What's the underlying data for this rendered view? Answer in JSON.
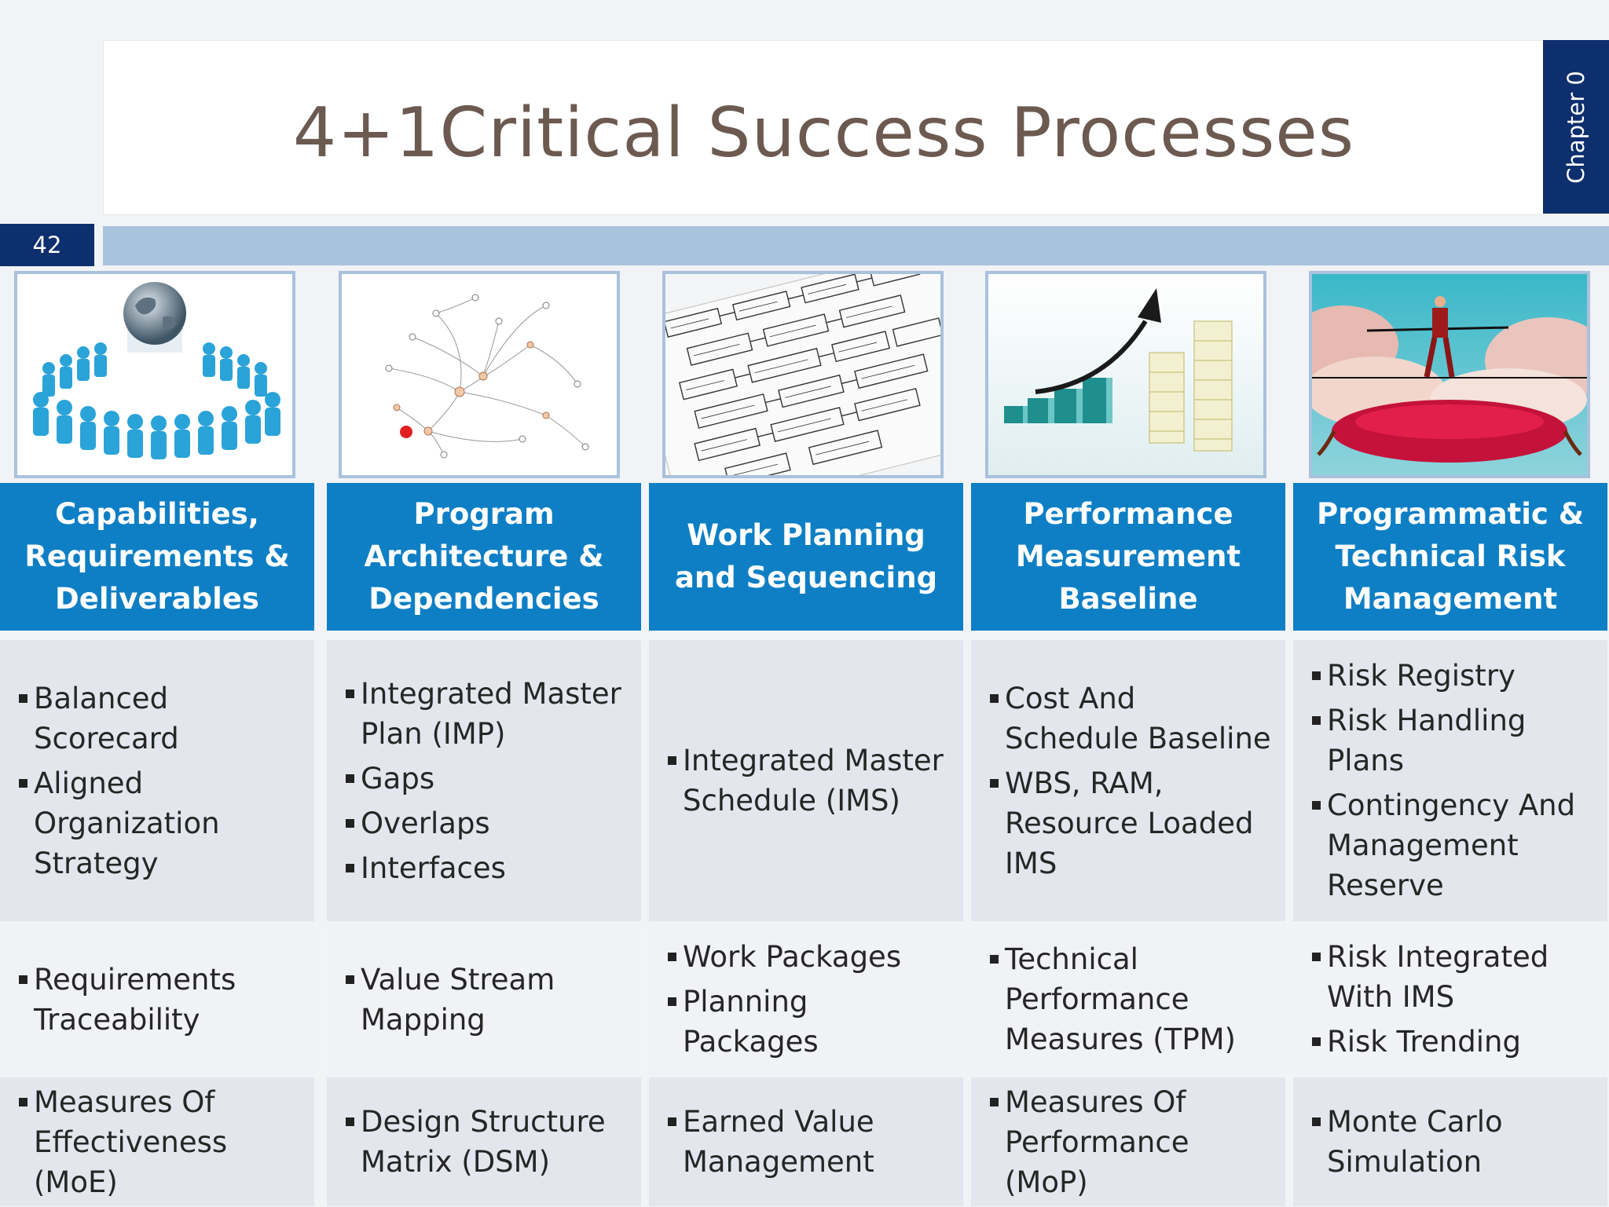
{
  "slide": {
    "title": "4+1Critical Success Processes",
    "chapter": "Chapter 0",
    "page_number": "42"
  },
  "columns": [
    {
      "header": "Capabilities, Requirements & Deliverables",
      "image": "people-around-globe",
      "row1": [
        "Balanced Scorecard",
        "Aligned Organization Strategy"
      ],
      "row2": [
        "Requirements Traceability"
      ],
      "row3": [
        "Measures Of Effectiveness (MoE)"
      ]
    },
    {
      "header": "Program Architecture & Dependencies",
      "image": "dependency-network",
      "row1": [
        "Integrated Master Plan (IMP)",
        "Gaps",
        "Overlaps",
        "Interfaces"
      ],
      "row2": [
        "Value Stream Mapping"
      ],
      "row3": [
        "Design Structure Matrix (DSM)"
      ]
    },
    {
      "header": "Work Planning and Sequencing",
      "image": "handwritten-flowchart",
      "row1": [
        "Integrated Master Schedule (IMS)"
      ],
      "row2": [
        "Work Packages",
        "Planning Packages"
      ],
      "row3": [
        "Earned Value Management"
      ]
    },
    {
      "header": "Performance Measurement Baseline",
      "image": "rising-bar-chart",
      "row1": [
        "Cost And Schedule Baseline",
        "WBS, RAM, Resource Loaded IMS"
      ],
      "row2": [
        "Technical Performance Measures (TPM)"
      ],
      "row3": [
        "Measures Of Performance (MoP)"
      ]
    },
    {
      "header": "Programmatic & Technical Risk Management",
      "image": "tightrope-walker",
      "row1": [
        "Risk Registry",
        "Risk Handling Plans",
        "Contingency And Management Reserve"
      ],
      "row2": [
        "Risk Integrated With IMS",
        "Risk Trending"
      ],
      "row3": [
        "Monte Carlo Simulation"
      ]
    }
  ]
}
